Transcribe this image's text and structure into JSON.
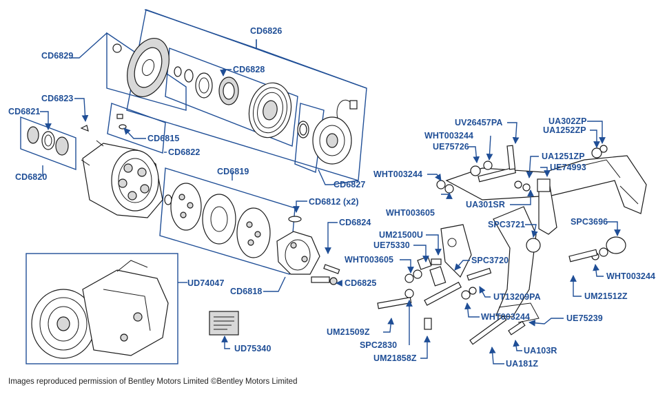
{
  "labels": {
    "CD6826": "CD6826",
    "CD6829": "CD6829",
    "CD6828": "CD6828",
    "CD6823": "CD6823",
    "CD6821": "CD6821",
    "CD6815": "CD6815",
    "CD6822": "CD6822",
    "CD6820": "CD6820",
    "CD6819": "CD6819",
    "CD6827": "CD6827",
    "CD6812": "CD6812 (x2)",
    "CD6824": "CD6824",
    "CD6818": "CD6818",
    "CD6825": "CD6825",
    "UD74047": "UD74047",
    "UD75340": "UD75340",
    "UV26457PA": "UV26457PA",
    "WHT003244_a": "WHT003244",
    "UE75726": "UE75726",
    "UA302ZP": "UA302ZP",
    "UA1252ZP": "UA1252ZP",
    "UA1251ZP": "UA1251ZP",
    "UE74993": "UE74993",
    "WHT003244_b": "WHT003244",
    "WHT003605_a": "WHT003605",
    "UA301SR": "UA301SR",
    "SPC3721": "SPC3721",
    "SPC3696": "SPC3696",
    "UM21500U": "UM21500U",
    "UE75330": "UE75330",
    "WHT003605_b": "WHT003605",
    "SPC3720": "SPC3720",
    "UT13209PA": "UT13209PA",
    "WHT003244_c": "WHT003244",
    "UM21512Z": "UM21512Z",
    "WHT003244_d": "WHT003244",
    "UE75239": "UE75239",
    "UM21509Z": "UM21509Z",
    "SPC2830": "SPC2830",
    "UM21858Z": "UM21858Z",
    "UA103R": "UA103R",
    "UA181Z": "UA181Z"
  },
  "caption": "Images reproduced permission of Bentley Motors Limited ©Bentley Motors Limited",
  "colors": {
    "label": "#1f4e96",
    "lines": "#1a1a1a",
    "background": "#ffffff"
  }
}
